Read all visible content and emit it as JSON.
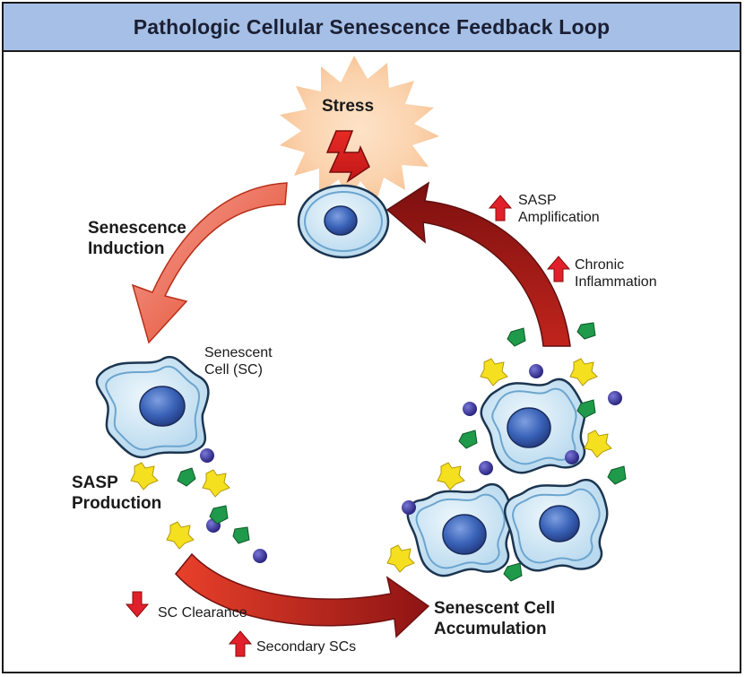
{
  "title": "Pathologic Cellular Senescence Feedback Loop",
  "stress_label": "Stress",
  "senescence_induction": [
    "Senescence",
    "Induction"
  ],
  "senescent_cell": [
    "Senescent",
    "Cell (SC)"
  ],
  "sasp_production": [
    "SASP",
    "Production"
  ],
  "accumulation": [
    "Senescent Cell",
    "Accumulation"
  ],
  "sasp_amplification": [
    "SASP",
    "Amplification"
  ],
  "chronic_inflammation": [
    "Chronic",
    "Inflammation"
  ],
  "sc_clearance": "SC Clearance",
  "secondary_scs": "Secondary SCs",
  "colors": {
    "title_bar": "#a6bfe6",
    "arrow_up": "#e0202a",
    "cell_fill": "#cfe6f4",
    "nucleus": "#3a63b8",
    "sasp_yellow": "#f5e020",
    "sasp_green": "#1e9a4a",
    "sasp_purple": "#3a35a0"
  }
}
